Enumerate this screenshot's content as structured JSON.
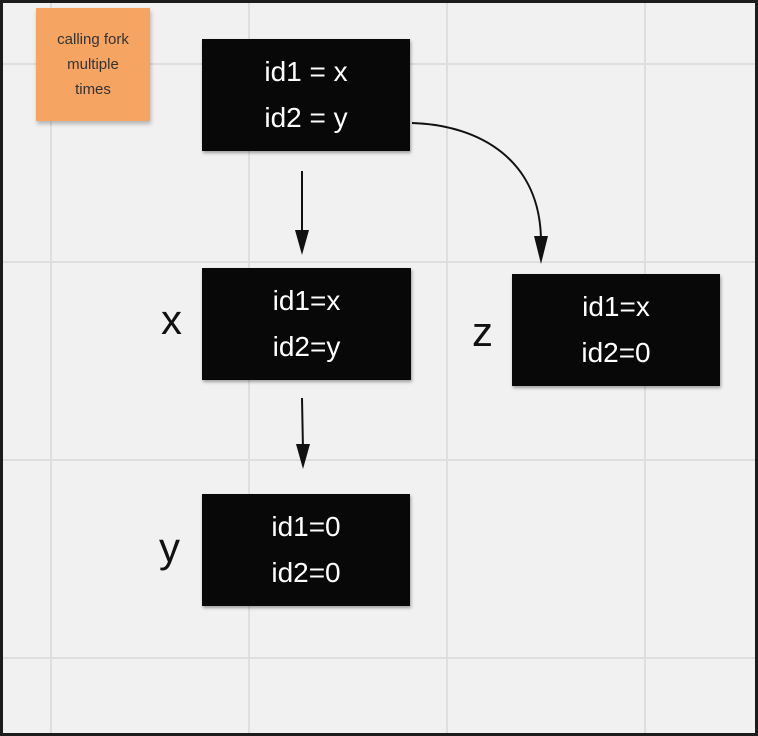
{
  "sticky_note": {
    "text": "calling fork\nmultiple\ntimes"
  },
  "nodes": {
    "parent": {
      "line1": "id1 = x",
      "line2": "id2 = y"
    },
    "x": {
      "label": "x",
      "line1": "id1=x",
      "line2": "id2=y"
    },
    "z": {
      "label": "z",
      "line1": "id1=x",
      "line2": "id2=0"
    },
    "y": {
      "label": "y",
      "line1": "id1=0",
      "line2": "id2=0"
    }
  },
  "colors": {
    "canvas": "#f1f1f1",
    "grid": "#dedede",
    "node_fill": "#080808",
    "node_text": "#ffffff",
    "sticky": "#f5a462",
    "arrow": "#111111"
  }
}
